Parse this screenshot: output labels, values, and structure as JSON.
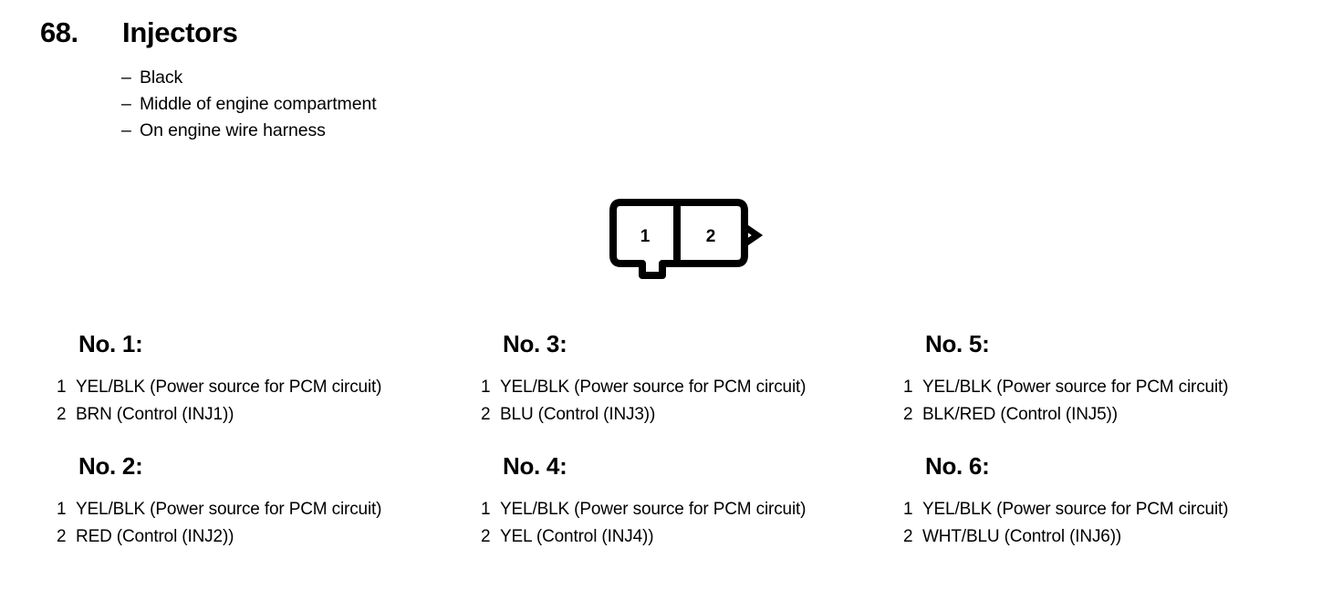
{
  "header": {
    "entry_number": "68.",
    "title": "Injectors",
    "attributes": [
      {
        "dash": "–",
        "text": "Black"
      },
      {
        "dash": "–",
        "text": "Middle of engine compartment"
      },
      {
        "dash": "–",
        "text": "On engine wire harness"
      }
    ]
  },
  "connector_diagram": {
    "name": "2-pin connector",
    "cavity_count": 2,
    "pin_labels": [
      "1",
      "2"
    ],
    "line_color": "#000000",
    "fill_color": "#ffffff"
  },
  "pinout_columns": [
    {
      "groups": [
        {
          "heading": "No. 1:",
          "pins": [
            {
              "index": "1",
              "description": "YEL/BLK (Power source for PCM circuit)"
            },
            {
              "index": "2",
              "description": "BRN (Control (INJ1))"
            }
          ]
        },
        {
          "heading": "No. 2:",
          "pins": [
            {
              "index": "1",
              "description": "YEL/BLK (Power source for PCM circuit)"
            },
            {
              "index": "2",
              "description": "RED (Control (INJ2))"
            }
          ]
        }
      ]
    },
    {
      "groups": [
        {
          "heading": "No. 3:",
          "pins": [
            {
              "index": "1",
              "description": "YEL/BLK (Power source for PCM circuit)"
            },
            {
              "index": "2",
              "description": "BLU (Control (INJ3))"
            }
          ]
        },
        {
          "heading": "No. 4:",
          "pins": [
            {
              "index": "1",
              "description": "YEL/BLK (Power source for PCM circuit)"
            },
            {
              "index": "2",
              "description": "YEL (Control (INJ4))"
            }
          ]
        }
      ]
    },
    {
      "groups": [
        {
          "heading": "No. 5:",
          "pins": [
            {
              "index": "1",
              "description": "YEL/BLK (Power source for PCM circuit)"
            },
            {
              "index": "2",
              "description": "BLK/RED (Control (INJ5))"
            }
          ]
        },
        {
          "heading": "No. 6:",
          "pins": [
            {
              "index": "1",
              "description": "YEL/BLK (Power source for PCM circuit)"
            },
            {
              "index": "2",
              "description": "WHT/BLU (Control (INJ6))"
            }
          ]
        }
      ]
    }
  ]
}
